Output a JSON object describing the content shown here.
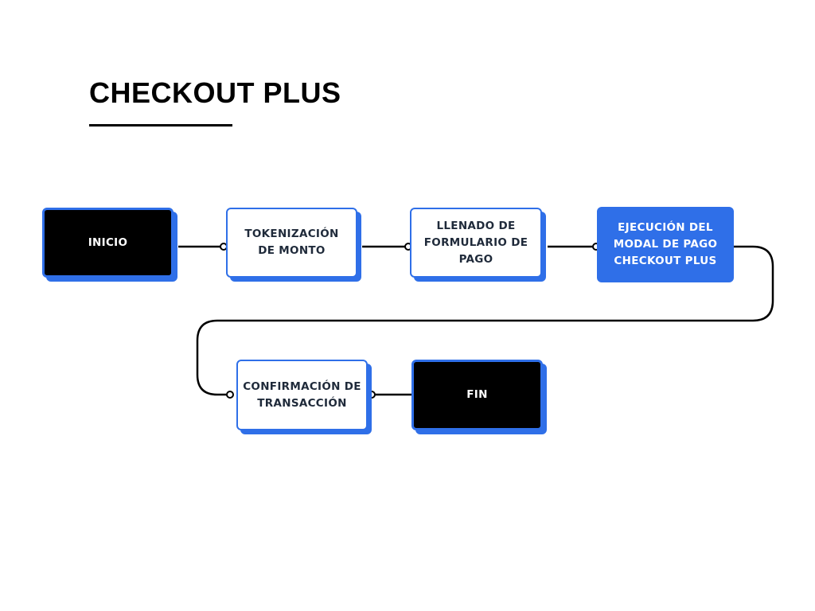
{
  "title": "CHECKOUT PLUS",
  "colors": {
    "accent": "#2f6fe8",
    "dark": "#000000",
    "text": "#1f2a3a"
  },
  "nodes": {
    "inicio": "INICIO",
    "tokenizacion": "TOKENIZACIÓN\nDE MONTO",
    "llenado": "LLENADO DE\nFORMULARIO DE\nPAGO",
    "ejecucion": "EJECUCIÓN DEL\nMODAL DE PAGO\nCHECKOUT PLUS",
    "confirmacion": "CONFIRMACIÓN DE\nTRANSACCIÓN",
    "fin": "FIN"
  }
}
